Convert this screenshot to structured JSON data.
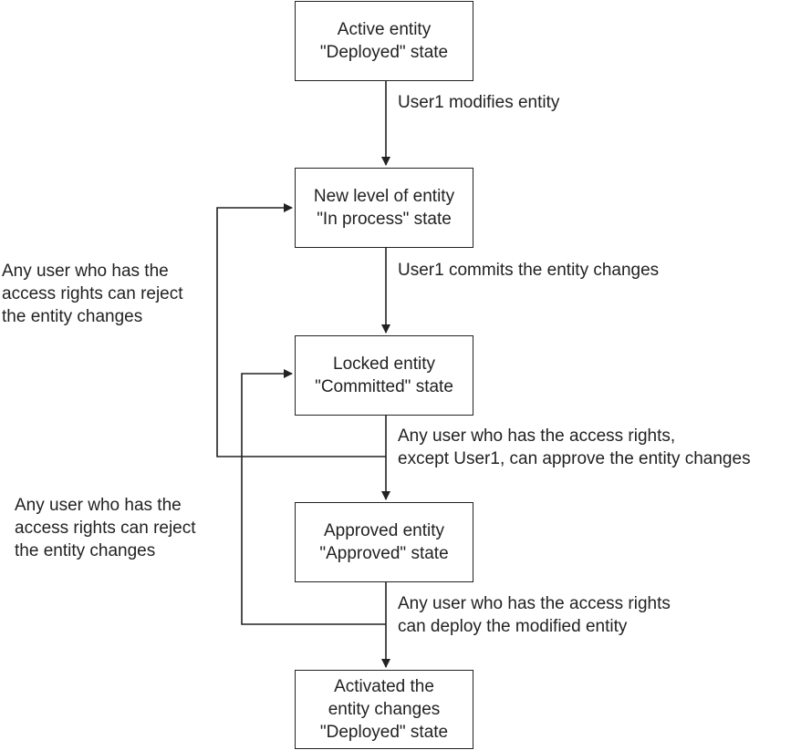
{
  "states": [
    {
      "id": "active",
      "lines": [
        "Active entity",
        "\"Deployed\" state"
      ]
    },
    {
      "id": "in-process",
      "lines": [
        "New level of entity",
        "\"In process\" state"
      ]
    },
    {
      "id": "committed",
      "lines": [
        "Locked entity",
        "\"Committed\" state"
      ]
    },
    {
      "id": "approved",
      "lines": [
        "Approved entity",
        "\"Approved\" state"
      ]
    },
    {
      "id": "activated",
      "lines": [
        "Activated the",
        "entity changes",
        "\"Deployed\" state"
      ]
    }
  ],
  "transitions": {
    "modify": [
      "User1 modifies entity"
    ],
    "commit": [
      "User1 commits the entity changes"
    ],
    "approve": [
      "Any user who has the access rights,",
      "except User1, can approve the entity changes"
    ],
    "deploy": [
      "Any user who has the access rights",
      "can deploy the modified entity"
    ]
  },
  "rejections": {
    "reject_commit": [
      "Any user who has the",
      "access rights can reject",
      "the entity changes"
    ],
    "reject_approval": [
      "Any user who has the",
      "access rights can reject",
      "the entity changes"
    ]
  },
  "colors": {
    "line": "#222222",
    "box_fill": "#ffffff",
    "text": "#222222"
  }
}
